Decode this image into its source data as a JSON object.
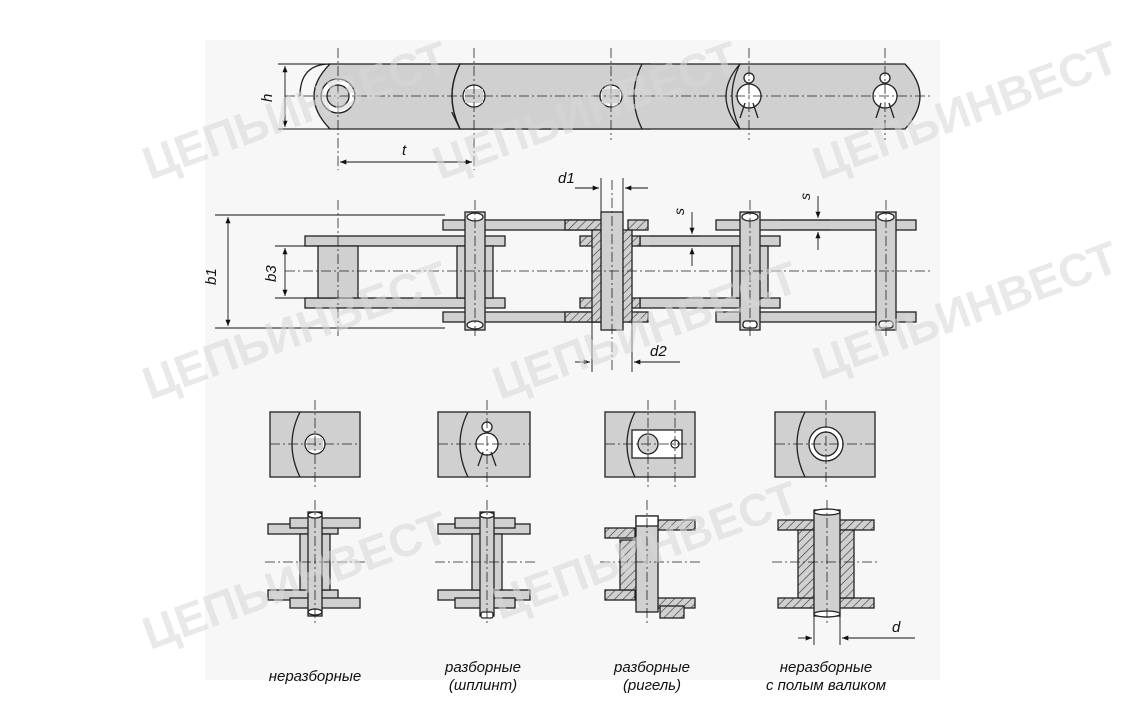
{
  "watermark": "ЦЕПЬИНВЕСТ",
  "top_view": {
    "dim_pitch": "t",
    "dim_height": "h"
  },
  "side_view": {
    "dim_d1": "d1",
    "dim_d2": "d2",
    "dim_s_left": "s",
    "dim_s_right": "s",
    "dim_b1": "b1",
    "dim_b3": "b3"
  },
  "variants": [
    {
      "line1": "неразборные",
      "line2": ""
    },
    {
      "line1": "разборные",
      "line2": "(шплинт)"
    },
    {
      "line1": "разборные",
      "line2": "(ригель)"
    },
    {
      "line1": "неразборные",
      "line2": "с полым валиком"
    }
  ],
  "hollow_dim": "d",
  "colors": {
    "fill": "#d0d0d0",
    "line": "#222222",
    "paper": "#ffffff",
    "panel": "#f4f4f4"
  }
}
